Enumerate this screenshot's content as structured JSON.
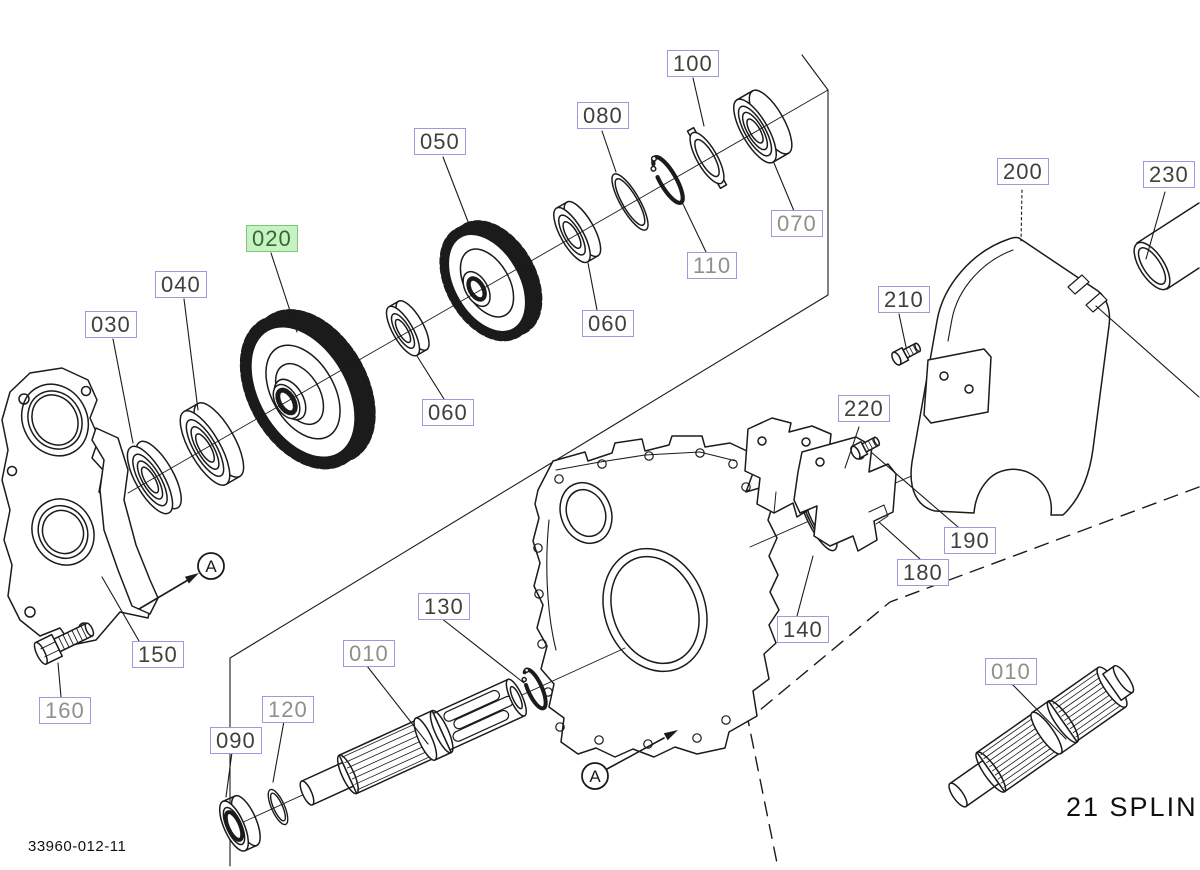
{
  "diagram": {
    "drawing_number": "33960-012-11",
    "note": "21 SPLIN",
    "section_marker": "A",
    "highlighted_part": "020",
    "colors": {
      "label_border": "#9a9ade",
      "label_text": "#3f3f3f",
      "label_text_muted": "#8f8f8f",
      "highlight_bg": "#c9f2c4",
      "highlight_border": "#79c879",
      "highlight_text": "#2f6b2f",
      "line_color": "#1b1b1b"
    },
    "labels": [
      {
        "id": "100",
        "text": "100",
        "variant": "normal"
      },
      {
        "id": "080",
        "text": "080",
        "variant": "normal"
      },
      {
        "id": "050",
        "text": "050",
        "variant": "normal"
      },
      {
        "id": "020",
        "text": "020",
        "variant": "highlight"
      },
      {
        "id": "040",
        "text": "040",
        "variant": "normal"
      },
      {
        "id": "030",
        "text": "030",
        "variant": "normal"
      },
      {
        "id": "070",
        "text": "070",
        "variant": "muted"
      },
      {
        "id": "110",
        "text": "110",
        "variant": "muted"
      },
      {
        "id": "060-upper",
        "text": "060",
        "variant": "normal"
      },
      {
        "id": "060-lower",
        "text": "060",
        "variant": "normal"
      },
      {
        "id": "200",
        "text": "200",
        "variant": "normal"
      },
      {
        "id": "230",
        "text": "230",
        "variant": "normal"
      },
      {
        "id": "210",
        "text": "210",
        "variant": "normal"
      },
      {
        "id": "220",
        "text": "220",
        "variant": "normal"
      },
      {
        "id": "190",
        "text": "190",
        "variant": "normal"
      },
      {
        "id": "180",
        "text": "180",
        "variant": "normal"
      },
      {
        "id": "140",
        "text": "140",
        "variant": "normal"
      },
      {
        "id": "150",
        "text": "150",
        "variant": "normal"
      },
      {
        "id": "160",
        "text": "160",
        "variant": "muted"
      },
      {
        "id": "130",
        "text": "130",
        "variant": "normal"
      },
      {
        "id": "010-main",
        "text": "010",
        "variant": "muted"
      },
      {
        "id": "120",
        "text": "120",
        "variant": "muted"
      },
      {
        "id": "090",
        "text": "090",
        "variant": "normal"
      },
      {
        "id": "010-spline",
        "text": "010",
        "variant": "muted"
      }
    ]
  }
}
